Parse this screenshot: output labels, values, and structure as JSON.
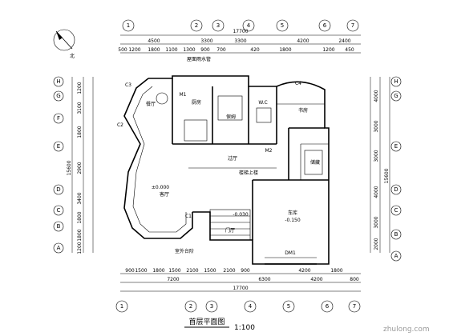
{
  "drawing": {
    "title": "首层平面图",
    "scale": "1:100",
    "north_label": "北",
    "watermark": "zhulong.com"
  },
  "grid_columns": [
    "1",
    "2",
    "3",
    "4",
    "5",
    "6",
    "7"
  ],
  "grid_rows": [
    "A",
    "B",
    "C",
    "D",
    "E",
    "F",
    "G",
    "H"
  ],
  "dims": {
    "top_total": "17700",
    "top_segments": [
      "4500",
      "3300",
      "3300",
      "4200",
      "2400"
    ],
    "top_small": [
      "500",
      "1200",
      "1800",
      "1100",
      "1300",
      "900",
      "700",
      "420",
      "1800",
      "1200",
      "450"
    ],
    "bottom_total": "17700",
    "bottom_segments": [
      "7200",
      "6300",
      "4200",
      "800"
    ],
    "bottom_small": [
      "900",
      "1500",
      "1800",
      "1500",
      "2100",
      "1500",
      "2100",
      "900",
      "4200",
      "1800"
    ],
    "left_total": "15600",
    "left_segments": [
      "1200",
      "3100",
      "1800",
      "2900",
      "3400",
      "1800",
      "1800",
      "1200"
    ],
    "right_total": "15600",
    "right_segments": [
      "4000",
      "3000",
      "3000",
      "4000",
      "3000",
      "2000"
    ]
  },
  "rooms": {
    "dining": "餐厅",
    "kitchen": "厨房",
    "maid": "保姆",
    "study": "书房",
    "living": "客厅",
    "hall": "过厅",
    "garage": "车库",
    "stair": "楼梯上楼",
    "entry": "门厅",
    "storage": "储藏",
    "bath": "W.C",
    "level_main": "±0.000",
    "level_garage": "-0.150",
    "level_step": "-0.030"
  },
  "labels": {
    "door_m1": "M1",
    "door_m2": "M2",
    "window_c1": "C1",
    "window_c2": "C2",
    "window_c3": "C3",
    "window_c4": "C4",
    "door_dm1": "DM1",
    "note_top": "屋面雨水管",
    "note_bottom": "室外台阶"
  }
}
